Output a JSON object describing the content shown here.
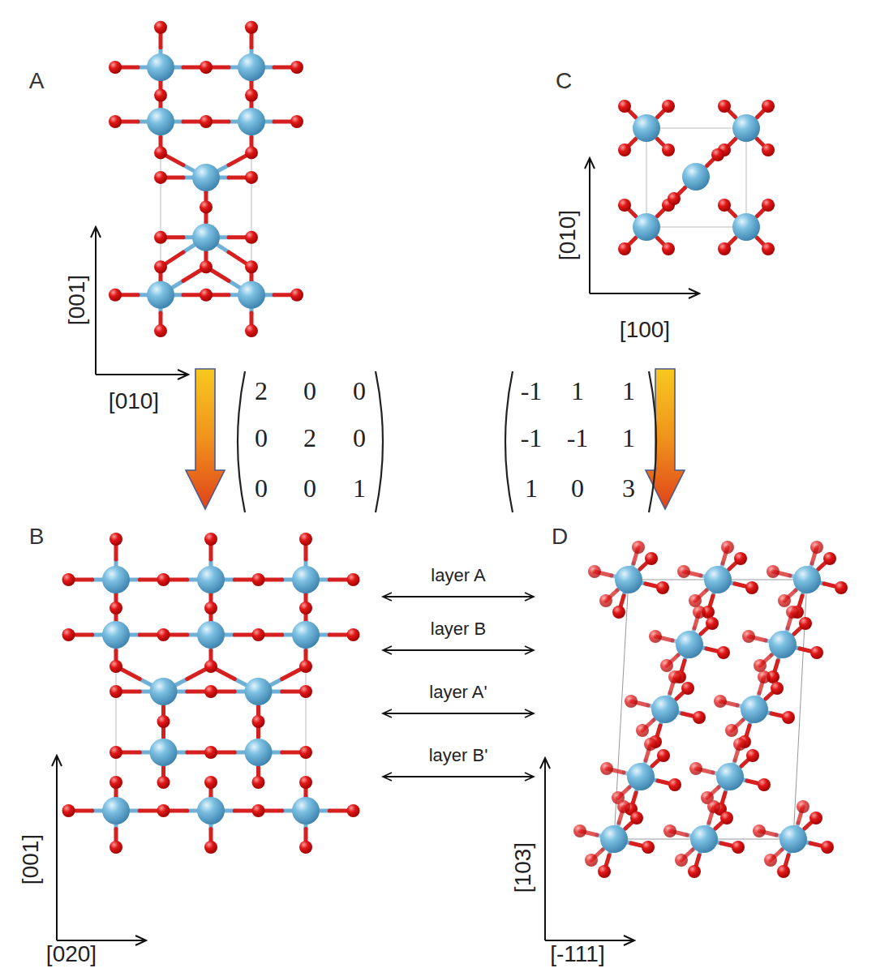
{
  "diagram": {
    "labels": [
      "A",
      "C",
      "[001]",
      "[010]",
      "[010]",
      "[100]",
      "2",
      "0",
      "0",
      "0",
      "2",
      "0",
      "0",
      "0",
      "1",
      "-1",
      "1",
      "1",
      "-1",
      "-1",
      "1",
      "1",
      "0",
      "3",
      "B",
      "D",
      "layer A",
      "layer B",
      "layer A'",
      "layer B'",
      "[001]",
      "[103]",
      "[020]",
      "[-111]"
    ]
  }
}
